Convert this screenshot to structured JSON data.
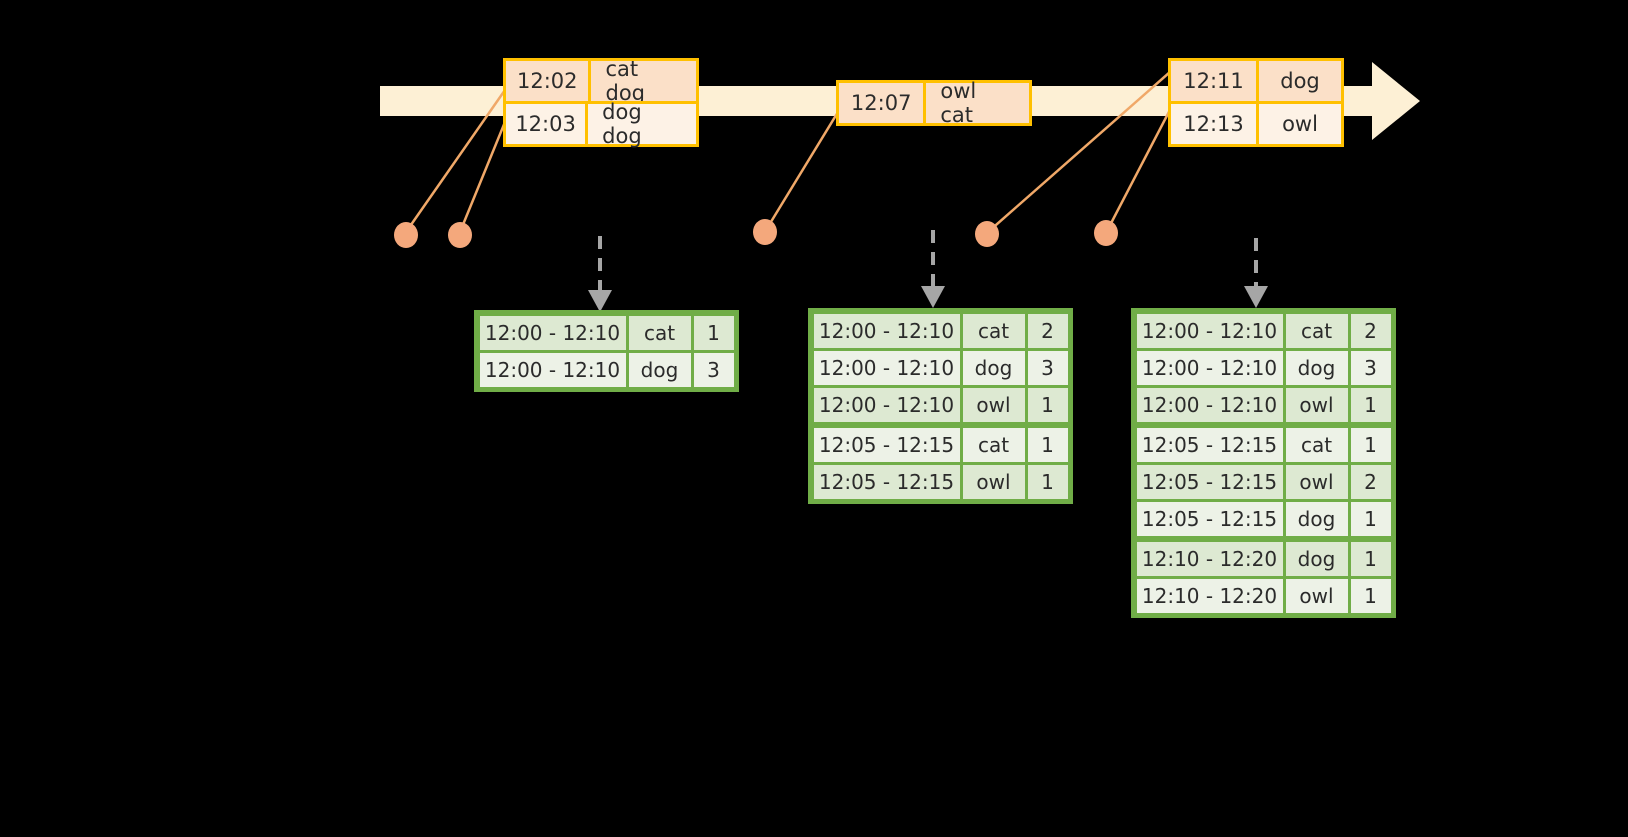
{
  "diagram": {
    "title": "sliding window word count over an event timeline",
    "colors": {
      "background": "#000000",
      "timeline_fill": "#FDF0D5",
      "timeline_stroke": "#FDF0D5",
      "event_border": "#FFC000",
      "event_fill_odd": "#FBE0C8",
      "event_fill_even": "#FDF2E6",
      "connector": "#F0A868",
      "dot": "#F4A77A",
      "table_border": "#70AD47",
      "table_fill_odd": "#DDE9D2",
      "table_fill_even": "#EDF2E7",
      "arrow": "#A6A6A6"
    }
  },
  "timeline": {
    "name": "event-timeline-arrow",
    "events": [
      {
        "name": "event-box-1",
        "rows": [
          {
            "time": "12:02",
            "words": "cat dog"
          },
          {
            "time": "12:03",
            "words": "dog dog"
          }
        ]
      },
      {
        "name": "event-box-2",
        "rows": [
          {
            "time": "12:07",
            "words": "owl cat"
          }
        ]
      },
      {
        "name": "event-box-3",
        "rows": [
          {
            "time": "12:11",
            "words": "dog"
          },
          {
            "time": "12:13",
            "words": "owl"
          }
        ]
      }
    ]
  },
  "tables": [
    {
      "name": "result-table-1",
      "rows": [
        {
          "window": "12:00 - 12:10",
          "word": "cat",
          "count": "1"
        },
        {
          "window": "12:00 - 12:10",
          "word": "dog",
          "count": "3"
        }
      ]
    },
    {
      "name": "result-table-2",
      "rows": [
        {
          "window": "12:00 - 12:10",
          "word": "cat",
          "count": "2"
        },
        {
          "window": "12:00 - 12:10",
          "word": "dog",
          "count": "3"
        },
        {
          "window": "12:00 - 12:10",
          "word": "owl",
          "count": "1"
        },
        {
          "window": "12:05 - 12:15",
          "word": "cat",
          "count": "1"
        },
        {
          "window": "12:05 - 12:15",
          "word": "owl",
          "count": "1"
        }
      ]
    },
    {
      "name": "result-table-3",
      "rows": [
        {
          "window": "12:00 - 12:10",
          "word": "cat",
          "count": "2"
        },
        {
          "window": "12:00 - 12:10",
          "word": "dog",
          "count": "3"
        },
        {
          "window": "12:00 - 12:10",
          "word": "owl",
          "count": "1"
        },
        {
          "window": "12:05 - 12:15",
          "word": "cat",
          "count": "1"
        },
        {
          "window": "12:05 - 12:15",
          "word": "owl",
          "count": "2"
        },
        {
          "window": "12:05 - 12:15",
          "word": "dog",
          "count": "1"
        },
        {
          "window": "12:10 - 12:20",
          "word": "dog",
          "count": "1"
        },
        {
          "window": "12:10 - 12:20",
          "word": "owl",
          "count": "1"
        }
      ]
    }
  ]
}
